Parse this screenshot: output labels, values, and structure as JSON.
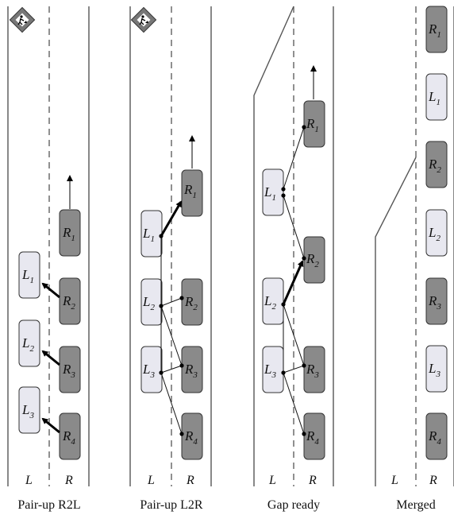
{
  "lane_labels": {
    "left": "L",
    "right": "R"
  },
  "panels": [
    {
      "caption": "Pair-up R2L",
      "cars": [
        {
          "id": "R1",
          "letter": "R",
          "sub": "1"
        },
        {
          "id": "L1",
          "letter": "L",
          "sub": "1"
        },
        {
          "id": "R2",
          "letter": "R",
          "sub": "2"
        },
        {
          "id": "L2",
          "letter": "L",
          "sub": "2"
        },
        {
          "id": "R3",
          "letter": "R",
          "sub": "3"
        },
        {
          "id": "L3",
          "letter": "L",
          "sub": "3"
        },
        {
          "id": "R4",
          "letter": "R",
          "sub": "4"
        }
      ]
    },
    {
      "caption": "Pair-up L2R",
      "cars": [
        {
          "id": "R1",
          "letter": "R",
          "sub": "1"
        },
        {
          "id": "L1",
          "letter": "L",
          "sub": "1"
        },
        {
          "id": "L2",
          "letter": "L",
          "sub": "2"
        },
        {
          "id": "R2",
          "letter": "R",
          "sub": "2"
        },
        {
          "id": "L3",
          "letter": "L",
          "sub": "3"
        },
        {
          "id": "R3",
          "letter": "R",
          "sub": "3"
        },
        {
          "id": "R4",
          "letter": "R",
          "sub": "4"
        }
      ]
    },
    {
      "caption": "Gap ready",
      "cars": [
        {
          "id": "R1",
          "letter": "R",
          "sub": "1"
        },
        {
          "id": "L1",
          "letter": "L",
          "sub": "1"
        },
        {
          "id": "R2",
          "letter": "R",
          "sub": "2"
        },
        {
          "id": "L2",
          "letter": "L",
          "sub": "2"
        },
        {
          "id": "L3",
          "letter": "L",
          "sub": "3"
        },
        {
          "id": "R3",
          "letter": "R",
          "sub": "3"
        },
        {
          "id": "R4",
          "letter": "R",
          "sub": "4"
        }
      ]
    },
    {
      "caption": "Merged",
      "cars": [
        {
          "id": "R1",
          "letter": "R",
          "sub": "1"
        },
        {
          "id": "L1",
          "letter": "L",
          "sub": "1"
        },
        {
          "id": "R2",
          "letter": "R",
          "sub": "2"
        },
        {
          "id": "L2",
          "letter": "L",
          "sub": "2"
        },
        {
          "id": "R3",
          "letter": "R",
          "sub": "3"
        },
        {
          "id": "L3",
          "letter": "L",
          "sub": "3"
        },
        {
          "id": "R4",
          "letter": "R",
          "sub": "4"
        }
      ]
    }
  ],
  "colors": {
    "left_lane_car": "#e8e8f0",
    "right_lane_car": "#8a8a8a",
    "sign": "#777777"
  },
  "icons": [
    "road-work-sign-icon"
  ]
}
